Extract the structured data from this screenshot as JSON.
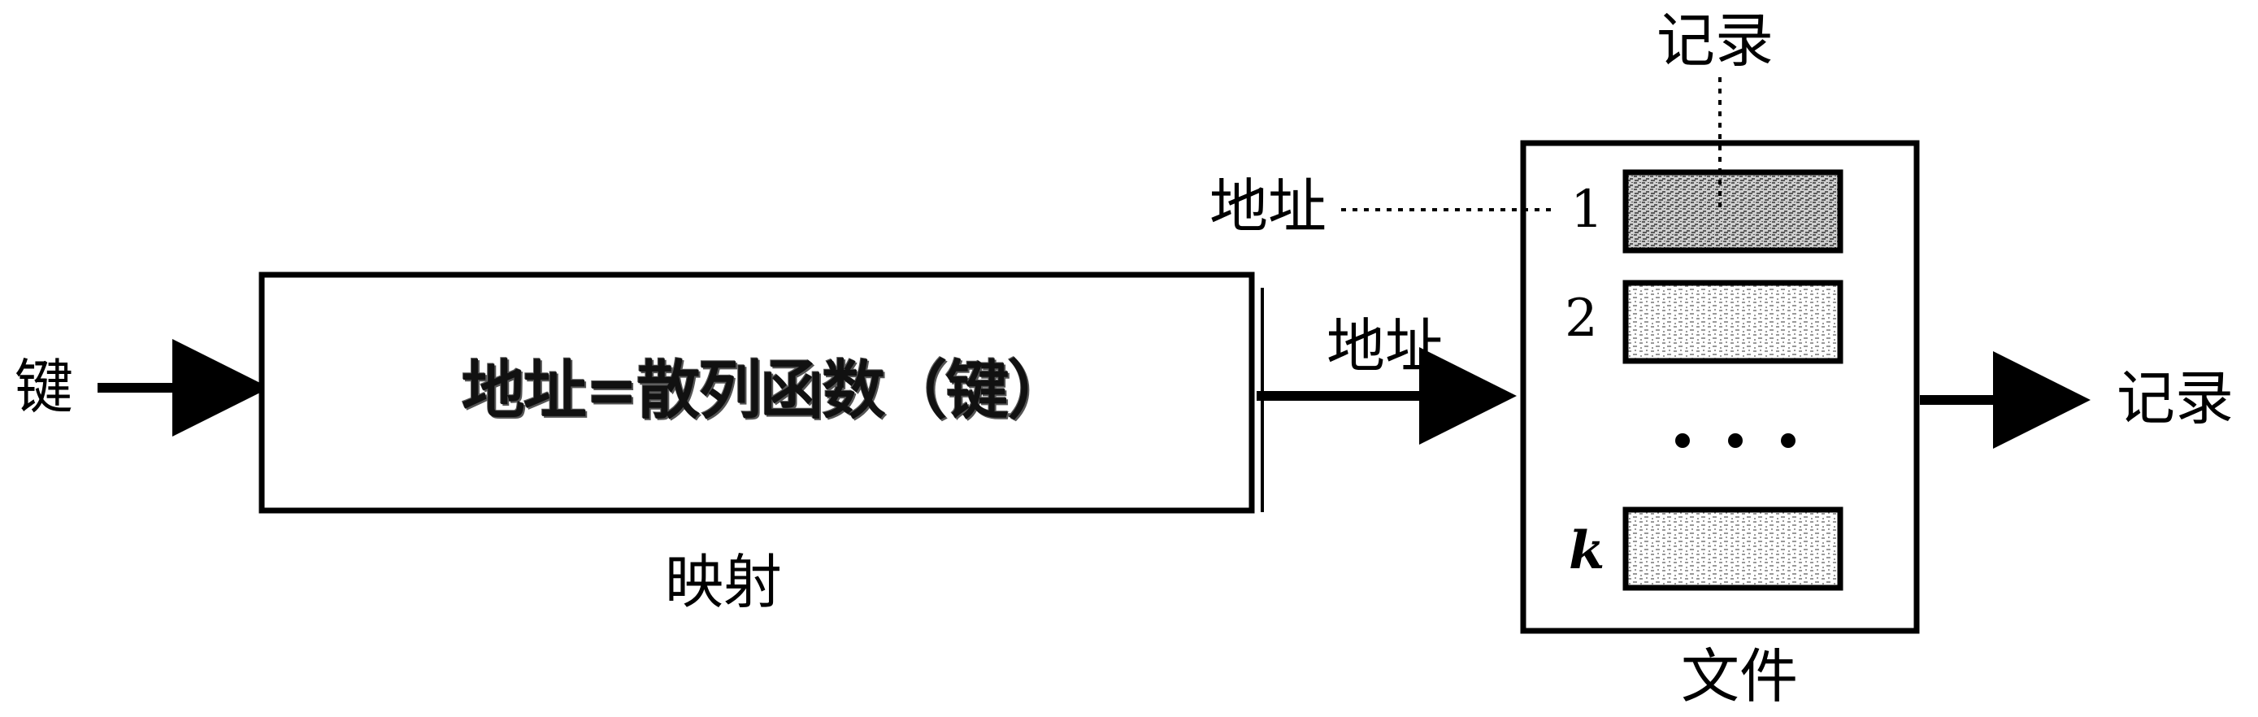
{
  "diagram": {
    "input_label": "键",
    "function_text": "地址=散列函数（键）",
    "mapping_caption": "映射",
    "address_arrow_label": "地址",
    "address_pointer_label": "地址",
    "record_pointer_label": "记录",
    "file_caption": "文件",
    "output_label": "记录",
    "slots": [
      {
        "label": "1"
      },
      {
        "label": "2"
      },
      {
        "label": "k"
      }
    ],
    "ellipsis": "• • •"
  }
}
